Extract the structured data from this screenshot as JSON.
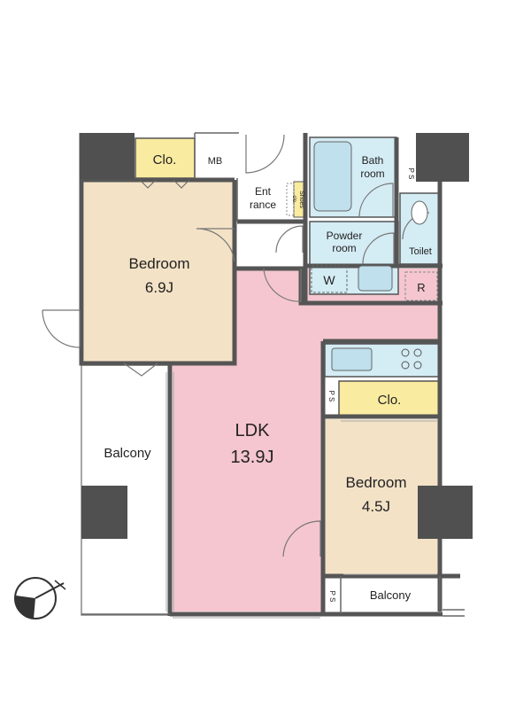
{
  "rooms": {
    "bedroom_1": {
      "name": "Bedroom",
      "size": "6.9J"
    },
    "ldk": {
      "name": "LDK",
      "size": "13.9J"
    },
    "bedroom_2": {
      "name": "Bedroom",
      "size": "4.5J"
    },
    "closet_1": "Clo.",
    "closet_2": "Clo.",
    "mb": "MB",
    "entrance": [
      "Ent",
      "rance"
    ],
    "shoes_closet": [
      "Shoes",
      "clo."
    ],
    "bathroom": [
      "Bath",
      "room"
    ],
    "powder_room": [
      "Powder",
      "room"
    ],
    "washer": "W",
    "toilet": "Toilet",
    "refrigerator": "R",
    "ps": "P S",
    "balcony_west": "Balcony",
    "balcony_south": "Balcony"
  },
  "colors": {
    "bedroom": "#f3e2c6",
    "ldk": "#f5c6cf",
    "wet": "#d4ecf4",
    "closet": "#f9eba0",
    "wall": "#555555",
    "pillar": "#505050"
  }
}
